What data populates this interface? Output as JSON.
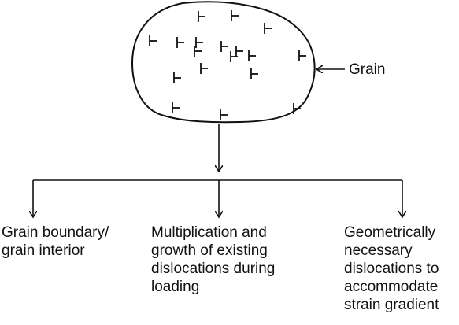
{
  "grain_label": "Grain",
  "branches": [
    {
      "name": "left",
      "lines": [
        "Grain boundary/",
        "grain interior"
      ]
    },
    {
      "name": "middle",
      "lines": [
        "Multiplication and",
        "growth of existing",
        "dislocations during",
        "loading"
      ]
    },
    {
      "name": "right",
      "lines": [
        "Geometrically",
        "necessary",
        "dislocations to",
        "accommodate",
        "strain gradient"
      ]
    }
  ],
  "dislocation_symbol": "perpendicular (⊥) edge-dislocation marks, shown rotated",
  "colors": {
    "ink": "#111111",
    "background": "#ffffff"
  }
}
